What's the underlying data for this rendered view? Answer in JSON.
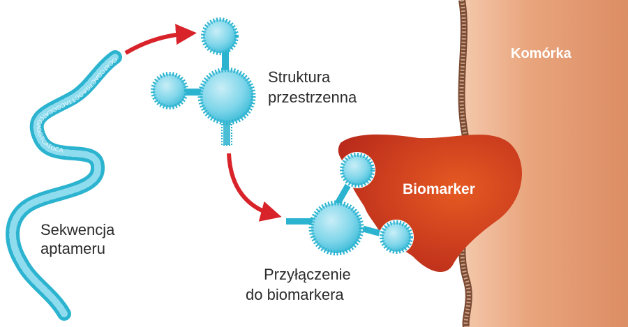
{
  "labels": {
    "aptamer_line1": "Sekwencja",
    "aptamer_line2": "aptameru",
    "structure_line1": "Struktura",
    "structure_line2": "przestrzenna",
    "binding_line1": "Przyłączenie",
    "binding_line2": "do biomarkera",
    "biomarker": "Biomarker",
    "cell": "Komórka"
  },
  "sequence_letters": "GCATCGACTGAGCTTACGCCATCGAGGTCATGCA",
  "colors": {
    "aptamer": "#2bb3cf",
    "aptamer_light": "#7fd6ea",
    "arrow": "#d8232a",
    "biomarker": "#cc3418",
    "cell": "#e9a57d",
    "membrane": "#7b4a33",
    "text": "#2b2b2b"
  }
}
